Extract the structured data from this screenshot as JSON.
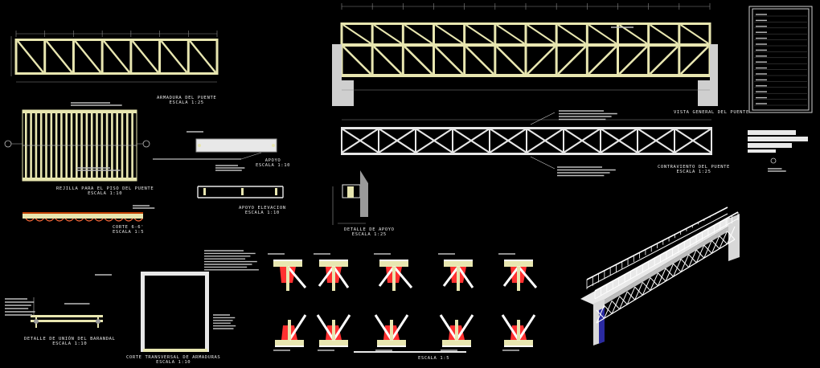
{
  "labels": {
    "armadura": {
      "title": "ARMADURA DEL PUENTE",
      "scale": "ESCALA 1:25"
    },
    "vista_general": {
      "title": "VISTA GENERAL DEL PUENTE"
    },
    "contraviento": {
      "title": "CONTRAVIENTO DEL PUENTE",
      "scale": "ESCALA 1:25"
    },
    "rejilla": {
      "title": "REJILLA PARA EL PISO DEL PUENTE",
      "scale": "ESCALA 1:10"
    },
    "apoyo": {
      "title": "APOYO",
      "scale": "ESCALA 1:10"
    },
    "apoyo_elevacion": {
      "title": "APOYO ELEVACION",
      "scale": "ESCALA 1:10"
    },
    "detalle_apoyo": {
      "title": "DETALLE DE APOYO",
      "scale": "ESCALA 1:25"
    },
    "corte": {
      "title": "CORTE 6-6'",
      "scale": "ESCALA 1:5"
    },
    "detalle_union": {
      "title": "DETALLE DE UNIÓN DEL BARANDAL",
      "scale": "ESCALA 1:10"
    },
    "corte_transversal": {
      "title": "CORTE TRANSVERSAL DE ARMADURAS",
      "scale": "ESCALA 1:10"
    },
    "escala_nodos": {
      "scale": "ESCALA 1:5"
    }
  },
  "colors": {
    "background": "#000000",
    "member": "#e8e6b0",
    "white": "#ffffff",
    "gray": "#9a9a9a",
    "red": "#ff3030",
    "leader": "#cfcfcf"
  }
}
